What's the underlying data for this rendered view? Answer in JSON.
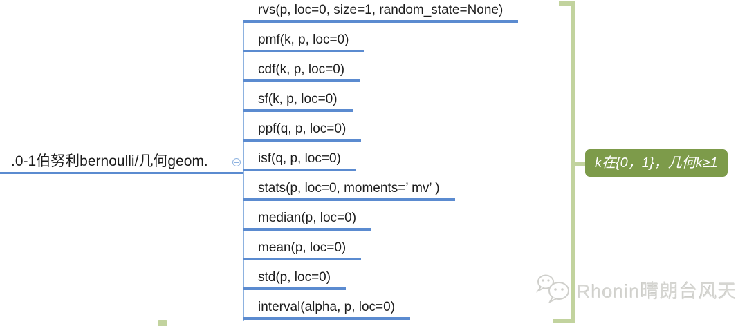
{
  "root": {
    "label": ".0-1伯努利bernoulli/几何geom."
  },
  "branches": [
    "rvs(p, loc=0, size=1, random_state=None)",
    "pmf(k, p, loc=0)",
    "cdf(k, p, loc=0)",
    "sf(k, p, loc=0)",
    "ppf(q, p, loc=0)",
    "isf(q, p, loc=0)",
    "stats(p, loc=0, moments=’ mv’ )",
    "median(p, loc=0)",
    "mean(p, loc=0)",
    "std(p, loc=0)",
    "interval(alpha, p, loc=0)"
  ],
  "summary": {
    "label": "k在{0，1}，几何k≥1"
  },
  "watermark": {
    "label": "Rhonin晴朗台风天",
    "icon": "wechat-icon"
  },
  "colors": {
    "branch-blue": "#5b8bd0",
    "spine-blue": "#8db2e0",
    "bracket-green": "#c2d39e",
    "summary-green": "#7d9b4a",
    "text-dark": "#1c1c1c",
    "watermark-gray": "#d6d6d2"
  }
}
